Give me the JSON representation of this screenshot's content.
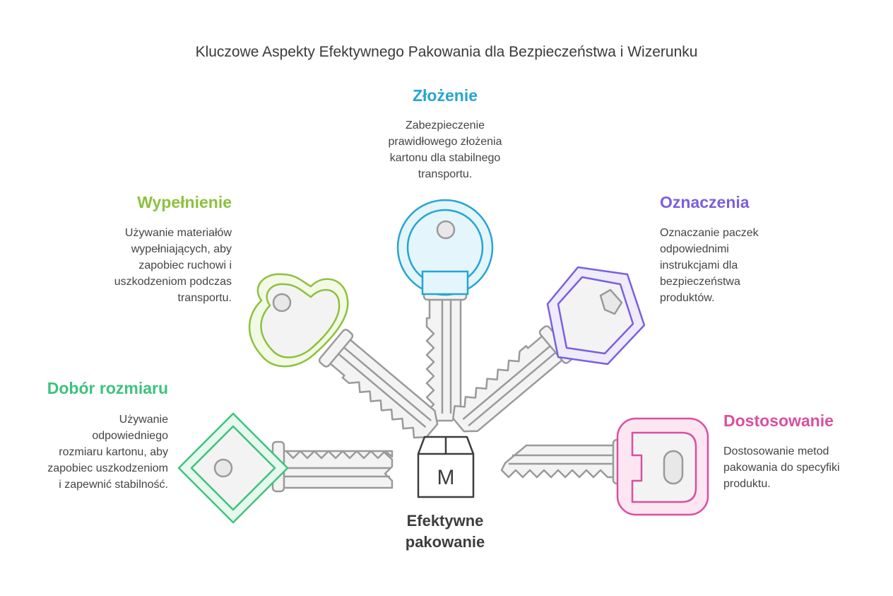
{
  "title": "Kluczowe Aspekty Efektywnego Pakowania dla Bezpieczeństwa i Wizerunku",
  "center": {
    "label_line1": "Efektywne",
    "label_line2": "pakowanie",
    "icon_letter": "M"
  },
  "items": [
    {
      "heading": "Złożenie",
      "lines": [
        "Zabezpieczenie",
        "prawidłowego złożenia",
        "kartonu dla stabilnego",
        "transportu."
      ],
      "color": "#27a4d4"
    },
    {
      "heading": "Wypełnienie",
      "lines": [
        "Używanie materiałów",
        "wypełniających, aby",
        "zapobiec ruchowi i",
        "uszkodzeniom podczas",
        "transportu."
      ],
      "color": "#8ec03f"
    },
    {
      "heading": "Oznaczenia",
      "lines": [
        "Oznaczanie paczek",
        "odpowiednimi",
        "instrukcjami dla",
        "bezpieczeństwa",
        "produktów."
      ],
      "color": "#7b5fe0"
    },
    {
      "heading": "Dobór rozmiaru",
      "lines": [
        "Używanie",
        "odpowiedniego",
        "rozmiaru kartonu, aby",
        "zapobiec uszkodzeniom",
        "i zapewnić stabilność."
      ],
      "color": "#3ec27d"
    },
    {
      "heading": "Dostosowanie",
      "lines": [
        "Dostosowanie metod",
        "pakowania do specyfiki",
        "produktu."
      ],
      "color": "#da4fa0"
    }
  ]
}
